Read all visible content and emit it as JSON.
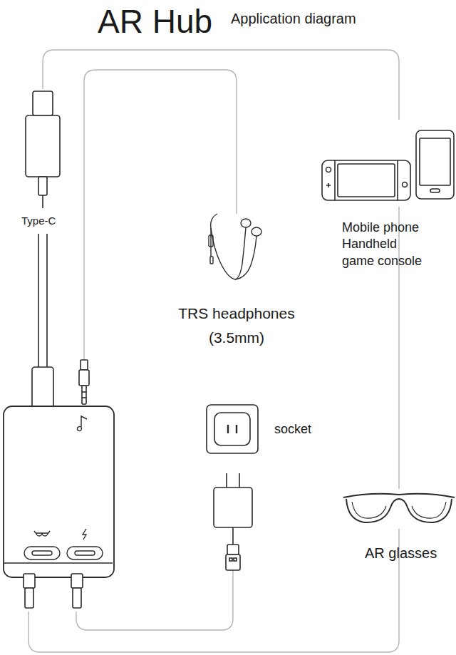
{
  "diagram": {
    "title": "AR Hub",
    "labels": [
      "Application diagram",
      "Type-C",
      "TRS headphones (3.5mm)",
      "Mobile phone Handheld game console",
      "socket",
      "AR glasses"
    ]
  }
}
